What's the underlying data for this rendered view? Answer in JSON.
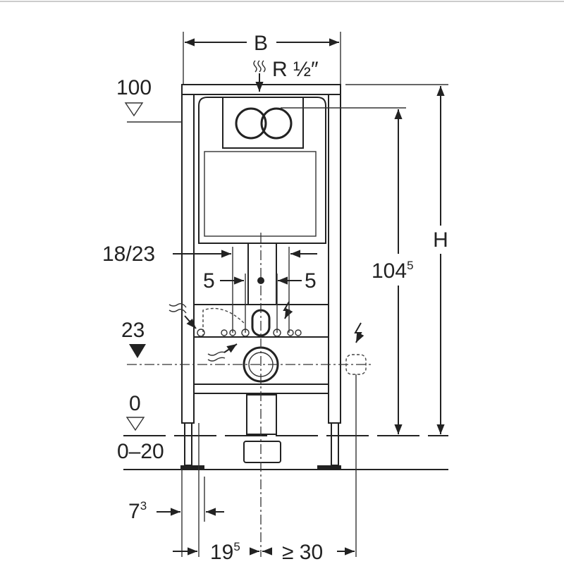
{
  "diagram": {
    "title": "Installation frame dimension drawing",
    "labels": {
      "width": "B",
      "water_supply": "R ½″",
      "height": "H",
      "top_level": "100",
      "flush_height_main": "104",
      "flush_height_sup": "5",
      "pipe_width": "18/23",
      "offset_left": "5",
      "offset_right": "5",
      "drain_level": "23",
      "floor_level": "0",
      "floor_range": "0–20",
      "wall_gap_main": "7",
      "wall_gap_sup": "3",
      "drain_depth_main": "19",
      "drain_depth_sup": "5",
      "socket_distance": "≥ 30"
    },
    "icons": [
      "water-supply-icon",
      "electric-icon",
      "level-triangle-icon"
    ]
  }
}
